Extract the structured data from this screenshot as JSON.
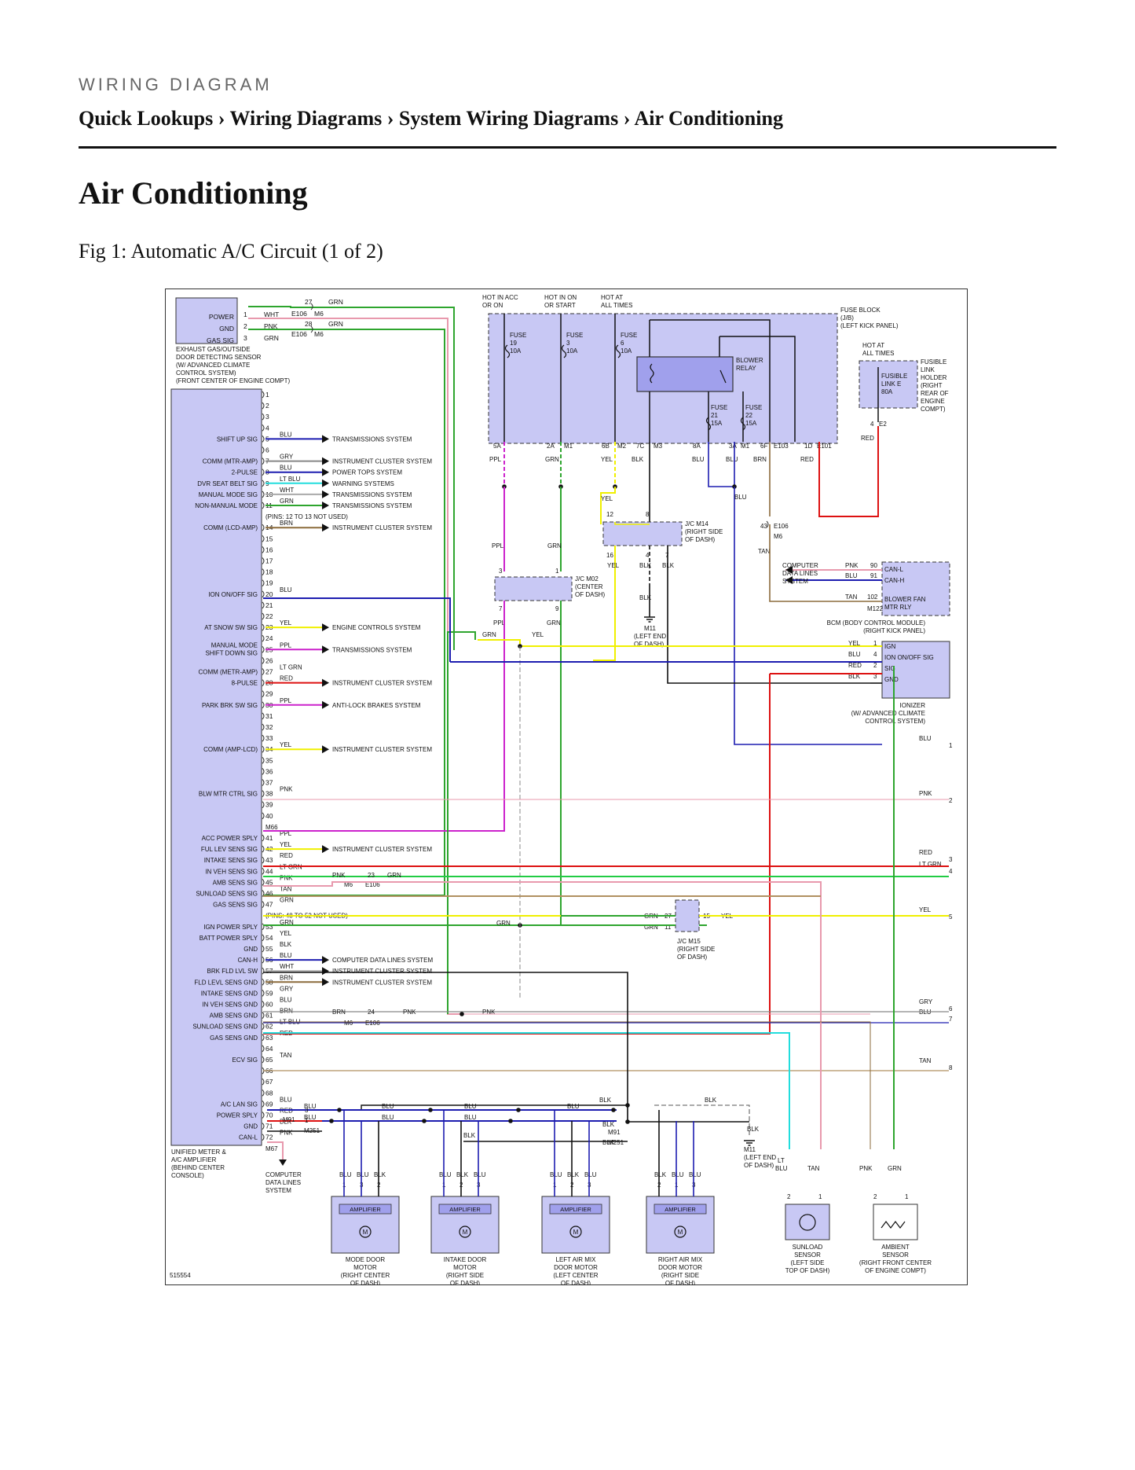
{
  "header": {
    "eyebrow": "WIRING DIAGRAM",
    "breadcrumb": [
      "Quick Lookups",
      "Wiring Diagrams",
      "System Wiring Diagrams",
      "Air Conditioning"
    ],
    "separator": "›"
  },
  "page_title": "Air Conditioning",
  "figure": {
    "caption": "Fig 1: Automatic A/C Circuit (1 of 2)",
    "code": "515554",
    "wire_colors": {
      "WHT": "#aaaaaa",
      "PNK": "#e899ad",
      "GRN": "#2ea52e",
      "BLU": "#1d1db0",
      "GRY": "#888888",
      "LT BLU": "#22dddd",
      "LT GRN": "#22cc44",
      "BRN": "#8b6b3b",
      "YEL": "#f0f000",
      "RED": "#dd1111",
      "PPL": "#cc22cc",
      "TAN": "#b09060",
      "BLK": "#222222"
    },
    "sensor": {
      "pins": [
        {
          "num": "1",
          "label": "POWER",
          "color": "WHT",
          "conn": "27",
          "to": "GRN"
        },
        {
          "num": "2",
          "label": "GND",
          "color": "PNK",
          "conn": "E106",
          "to": "M6"
        },
        {
          "num": "3",
          "label": "GAS SIG",
          "color": "GRN",
          "conn": "28",
          "to": "GRN"
        }
      ],
      "conn_labels": [
        "E106",
        "M6"
      ],
      "name": [
        "EXHAUST GAS/OUTSIDE",
        "DOOR DETECTING SENSOR",
        "(W/ ADVANCED CLIMATE",
        "CONTROL SYSTEM)",
        "(FRONT CENTER OF ENGINE COMPT)"
      ]
    },
    "amplifier": {
      "name": [
        "UNIFIED METER &",
        "A/C AMPLIFIER",
        "(BEHIND CENTER",
        "CONSOLE)"
      ],
      "pins": [
        {
          "n": "1",
          "label": "",
          "wire": ""
        },
        {
          "n": "2",
          "label": "",
          "wire": ""
        },
        {
          "n": "3",
          "label": "",
          "wire": ""
        },
        {
          "n": "4",
          "label": "",
          "wire": ""
        },
        {
          "n": "5",
          "label": "SHIFT UP SIG",
          "wire": "BLU",
          "dest": "TRANSMISSIONS SYSTEM"
        },
        {
          "n": "6",
          "label": "",
          "wire": ""
        },
        {
          "n": "7",
          "label": "COMM (MTR-AMP)",
          "wire": "GRY",
          "dest": "INSTRUMENT CLUSTER SYSTEM"
        },
        {
          "n": "8",
          "label": "2-PULSE",
          "wire": "BLU",
          "dest": "POWER TOPS SYSTEM"
        },
        {
          "n": "9",
          "label": "DVR SEAT BELT SIG",
          "wire": "LT BLU",
          "dest": "WARNING SYSTEMS"
        },
        {
          "n": "10",
          "label": "MANUAL MODE SIG",
          "wire": "WHT",
          "dest": "TRANSMISSIONS SYSTEM"
        },
        {
          "n": "11",
          "label": "NON-MANUAL MODE",
          "wire": "GRN",
          "dest": "TRANSMISSIONS SYSTEM"
        },
        {
          "n": "(PINS: 12 TO 13 NOT USED)",
          "label": "",
          "wire": ""
        },
        {
          "n": "14",
          "label": "COMM (LCD-AMP)",
          "wire": "BRN",
          "dest": "INSTRUMENT CLUSTER SYSTEM"
        },
        {
          "n": "15",
          "label": "",
          "wire": ""
        },
        {
          "n": "16",
          "label": "",
          "wire": ""
        },
        {
          "n": "17",
          "label": "",
          "wire": ""
        },
        {
          "n": "18",
          "label": "",
          "wire": ""
        },
        {
          "n": "19",
          "label": "",
          "wire": ""
        },
        {
          "n": "20",
          "label": "ION ON/OFF SIG",
          "wire": "BLU"
        },
        {
          "n": "21",
          "label": "",
          "wire": ""
        },
        {
          "n": "22",
          "label": "",
          "wire": ""
        },
        {
          "n": "23",
          "label": "AT SNOW SW SIG",
          "wire": "YEL",
          "dest": "ENGINE CONTROLS SYSTEM"
        },
        {
          "n": "24",
          "label": "",
          "wire": ""
        },
        {
          "n": "25",
          "label": "MANUAL MODE SHIFT DOWN SIG",
          "wire": "PPL",
          "dest": "TRANSMISSIONS SYSTEM"
        },
        {
          "n": "26",
          "label": "",
          "wire": ""
        },
        {
          "n": "27",
          "label": "COMM (METR-AMP)",
          "wire": "LT GRN"
        },
        {
          "n": "28",
          "label": "8-PULSE",
          "wire": "RED",
          "dest": "INSTRUMENT CLUSTER SYSTEM"
        },
        {
          "n": "29",
          "label": "",
          "wire": ""
        },
        {
          "n": "30",
          "label": "PARK BRK SW SIG",
          "wire": "PPL",
          "dest": "ANTI-LOCK BRAKES SYSTEM"
        },
        {
          "n": "31",
          "label": "",
          "wire": ""
        },
        {
          "n": "32",
          "label": "",
          "wire": ""
        },
        {
          "n": "33",
          "label": "",
          "wire": ""
        },
        {
          "n": "34",
          "label": "COMM (AMP-LCD)",
          "wire": "YEL",
          "dest": "INSTRUMENT CLUSTER SYSTEM"
        },
        {
          "n": "35",
          "label": "",
          "wire": ""
        },
        {
          "n": "36",
          "label": "",
          "wire": ""
        },
        {
          "n": "37",
          "label": "",
          "wire": ""
        },
        {
          "n": "38",
          "label": "BLW MTR CTRL SIG",
          "wire": "PNK"
        },
        {
          "n": "39",
          "label": "",
          "wire": ""
        },
        {
          "n": "40",
          "label": "",
          "wire": ""
        },
        {
          "n": "M66",
          "label": "",
          "wire": ""
        },
        {
          "n": "41",
          "label": "ACC POWER SPLY",
          "wire": "PPL"
        },
        {
          "n": "42",
          "label": "FUL LEV SENS SIG",
          "wire": "YEL",
          "dest": "INSTRUMENT CLUSTER SYSTEM"
        },
        {
          "n": "43",
          "label": "INTAKE SENS SIG",
          "wire": "RED"
        },
        {
          "n": "44",
          "label": "IN VEH SENS SIG",
          "wire": "LT GRN"
        },
        {
          "n": "45",
          "label": "AMB SENS SIG",
          "wire": "PNK"
        },
        {
          "n": "46",
          "label": "SUNLOAD SENS SIG",
          "wire": "TAN"
        },
        {
          "n": "47",
          "label": "GAS SENS SIG",
          "wire": "GRN"
        },
        {
          "n": "(PINS: 48 TO 52 NOT USED)",
          "label": "",
          "wire": ""
        },
        {
          "n": "53",
          "label": "IGN POWER SPLY",
          "wire": "GRN"
        },
        {
          "n": "54",
          "label": "BATT POWER SPLY",
          "wire": "YEL"
        },
        {
          "n": "55",
          "label": "GND",
          "wire": "BLK"
        },
        {
          "n": "56",
          "label": "CAN-H",
          "wire": "BLU",
          "dest": "COMPUTER DATA LINES SYSTEM"
        },
        {
          "n": "57",
          "label": "BRK FLD LVL SW",
          "wire": "WHT",
          "dest": "INSTRUMENT CLUSTER SYSTEM"
        },
        {
          "n": "58",
          "label": "FLD LEVL SENS GND",
          "wire": "BRN",
          "dest": "INSTRUMENT CLUSTER SYSTEM"
        },
        {
          "n": "59",
          "label": "INTAKE SENS GND",
          "wire": "GRY"
        },
        {
          "n": "60",
          "label": "IN VEH SENS GND",
          "wire": "BLU"
        },
        {
          "n": "61",
          "label": "AMB SENS GND",
          "wire": "BRN"
        },
        {
          "n": "62",
          "label": "SUNLOAD SENS GND",
          "wire": "LT BLU"
        },
        {
          "n": "63",
          "label": "GAS SENS GND",
          "wire": "RED"
        },
        {
          "n": "64",
          "label": "",
          "wire": ""
        },
        {
          "n": "65",
          "label": "ECV SIG",
          "wire": "TAN"
        },
        {
          "n": "66",
          "label": "",
          "wire": ""
        },
        {
          "n": "67",
          "label": "",
          "wire": ""
        },
        {
          "n": "68",
          "label": "",
          "wire": ""
        },
        {
          "n": "69",
          "label": "A/C LAN SIG",
          "wire": "BLU"
        },
        {
          "n": "70",
          "label": "POWER SPLY",
          "wire": "RED"
        },
        {
          "n": "71",
          "label": "GND",
          "wire": "BLK"
        },
        {
          "n": "72",
          "label": "CAN-L",
          "wire": "PNK"
        },
        {
          "n": "M67",
          "label": "",
          "wire": ""
        }
      ]
    },
    "fuse_block": {
      "name": [
        "FUSE BLOCK",
        "(J/B)",
        "(LEFT KICK PANEL)"
      ],
      "hot": [
        [
          "HOT IN ACC",
          "OR ON"
        ],
        [
          "HOT IN ON",
          "OR START"
        ],
        [
          "HOT AT",
          "ALL TIMES"
        ]
      ],
      "fuses": [
        [
          "FUSE",
          "19",
          "10A"
        ],
        [
          "FUSE",
          "3",
          "10A"
        ],
        [
          "FUSE",
          "6",
          "10A"
        ],
        [
          "FUSE",
          "21",
          "15A"
        ],
        [
          "FUSE",
          "22",
          "15A"
        ]
      ],
      "relay": [
        "BLOWER",
        "RELAY"
      ],
      "terms": [
        "5A",
        "2A",
        "M1",
        "6B",
        "M2",
        "7C",
        "M3",
        "8A",
        "3A",
        "M1",
        "6F",
        "E103",
        "1D",
        "E101"
      ]
    },
    "fusible_link": {
      "hot": [
        "HOT AT",
        "ALL TIMES"
      ],
      "link": [
        "FUSIBLE",
        "LINK E",
        "80A"
      ],
      "holder": [
        "FUSIBLE",
        "LINK",
        "HOLDER",
        "(RIGHT",
        "REAR OF",
        "ENGINE",
        "COMPT)"
      ],
      "term": [
        "4",
        "E2"
      ]
    },
    "jc_m14": [
      "J/C M14",
      "(RIGHT SIDE",
      "OF DASH)"
    ],
    "jc_m02": [
      "J/C M02",
      "(CENTER",
      "OF DASH)"
    ],
    "jc_m15": [
      "J/C M15",
      "(RIGHT SIDE",
      "OF DASH)"
    ],
    "m11": [
      "M11",
      "(LEFT END",
      "OF DASH)"
    ],
    "bcm": {
      "name": [
        "BCM (BODY CONTROL MODULE)",
        "(RIGHT KICK PANEL)"
      ],
      "pins": [
        [
          "PNK",
          "90",
          "CAN-L"
        ],
        [
          "BLU",
          "91",
          "CAN-H"
        ],
        [
          "TAN",
          "102",
          "BLOWER FAN MTR RLY"
        ]
      ],
      "conn": "M122",
      "other": [
        "43",
        "E106",
        "M6",
        "COMPUTER",
        "DATA LINES",
        "SYSTEM"
      ]
    },
    "ionizer": {
      "name": [
        "IONIZER",
        "(W/ ADVANCED CLIMATE",
        "CONTROL SYSTEM)"
      ],
      "pins": [
        [
          "YEL",
          "1",
          "IGN"
        ],
        [
          "BLU",
          "4",
          "ION ON/OFF SIG"
        ],
        [
          "RED",
          "2",
          "SIG"
        ],
        [
          "BLK",
          "3",
          "GND"
        ]
      ]
    },
    "continuations": [
      {
        "wire": "BLU",
        "num": "1"
      },
      {
        "wire": "PNK",
        "num": "2"
      },
      {
        "wire": "RED",
        "num": "3"
      },
      {
        "wire": "LT GRN",
        "num": "4"
      },
      {
        "wire": "YEL",
        "num": "5"
      },
      {
        "wire": "GRY",
        "num": "6"
      },
      {
        "wire": "BLU",
        "num": "7"
      },
      {
        "wire": "TAN",
        "num": "8"
      }
    ],
    "actuators": [
      {
        "label": "AMPLIFIER",
        "name": [
          "MODE DOOR",
          "MOTOR",
          "(RIGHT CENTER",
          "OF DASH)"
        ],
        "wires": [
          "BLU",
          "BLU",
          "BLK"
        ],
        "pins": [
          "1",
          "3",
          "2"
        ]
      },
      {
        "label": "AMPLIFIER",
        "name": [
          "INTAKE DOOR",
          "MOTOR",
          "(RIGHT SIDE",
          "OF DASH)"
        ],
        "wires": [
          "BLU",
          "BLK",
          "BLU"
        ],
        "pins": [
          "1",
          "2",
          "3"
        ]
      },
      {
        "label": "AMPLIFIER",
        "name": [
          "LEFT AIR MIX",
          "DOOR MOTOR",
          "(LEFT CENTER",
          "OF DASH)"
        ],
        "wires": [
          "BLU",
          "BLK",
          "BLU"
        ],
        "pins": [
          "1",
          "2",
          "3"
        ]
      },
      {
        "label": "AMPLIFIER",
        "name": [
          "RIGHT AIR MIX",
          "DOOR MOTOR",
          "(RIGHT SIDE",
          "OF DASH)"
        ],
        "wires": [
          "BLK",
          "BLU",
          "BLU"
        ],
        "pins": [
          "2",
          "1",
          "3"
        ]
      }
    ],
    "sunload": {
      "name": [
        "SUNLOAD",
        "SENSOR",
        "(LEFT SIDE",
        "TOP OF DASH)"
      ],
      "wires": [
        "LT",
        "BLU",
        "TAN"
      ],
      "pins": [
        "2",
        "1"
      ]
    },
    "ambient": {
      "name": [
        "AMBIENT",
        "SENSOR",
        "(RIGHT FRONT CENTER",
        "OF ENGINE COMPT)"
      ],
      "wires": [
        "PNK",
        "GRN"
      ],
      "pins": [
        "2",
        "1"
      ]
    },
    "bus": {
      "labels": [
        "BLU",
        "BLU",
        "BLU",
        "BLU",
        "BLU",
        "BLU",
        "BLK",
        "BLK",
        "BLK",
        "BLK",
        "BLK"
      ],
      "conn": [
        "M91",
        "M251",
        "M91",
        "M251"
      ],
      "cds": [
        "COMPUTER",
        "DATA LINES",
        "SYSTEM"
      ]
    },
    "misc": [
      "GRN",
      "YEL",
      "PNK",
      "23",
      "GRN",
      "M6",
      "E106",
      "BRN",
      "24",
      "PNK",
      "PNK",
      "M6",
      "E106",
      "GRN",
      "27",
      "GRN",
      "11",
      "15",
      "YEL",
      "GRN"
    ]
  }
}
